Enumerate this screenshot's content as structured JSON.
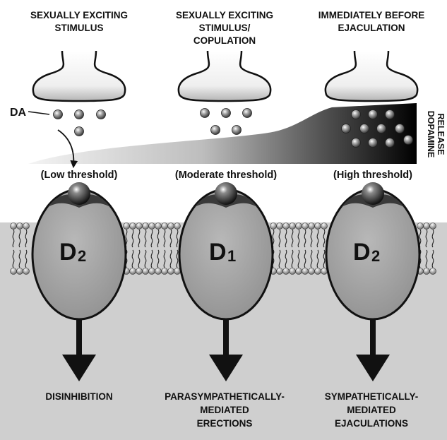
{
  "columns": [
    {
      "stimulus": [
        "SEXUALLY EXCITING",
        "STIMULUS"
      ],
      "threshold": "(Low threshold)",
      "receptor_letter": "D",
      "receptor_number": "2",
      "outcome": [
        "DISINHIBITION"
      ]
    },
    {
      "stimulus": [
        "SEXUALLY EXCITING",
        "STIMULUS/",
        "COPULATION"
      ],
      "threshold": "(Moderate threshold)",
      "receptor_letter": "D",
      "receptor_number": "1",
      "outcome": [
        "PARASYMPATHETICALLY-",
        "MEDIATED",
        "ERECTIONS"
      ]
    },
    {
      "stimulus": [
        "IMMEDIATELY BEFORE",
        "EJACULATION"
      ],
      "threshold": "(High threshold)",
      "receptor_letter": "D",
      "receptor_number": "2",
      "outcome": [
        "SYMPATHETICALLY-",
        "MEDIATED",
        "EJACULATIONS"
      ]
    }
  ],
  "da_label": "DA",
  "release_label": [
    "DOPAMINE",
    "RELEASE"
  ],
  "colors": {
    "background_lower": "#cfcfcf",
    "receptor_fill": "#a8a8a8",
    "receptor_stroke": "#1a1a1a",
    "vesicle": "#8a8a8a",
    "gradient_dark": "#000000",
    "gradient_light": "#ececec"
  },
  "icons": [
    "presynaptic-terminal-icon",
    "dopamine-vesicle-icon",
    "receptor-icon",
    "membrane-lipid-icon",
    "downward-arrow-icon"
  ]
}
